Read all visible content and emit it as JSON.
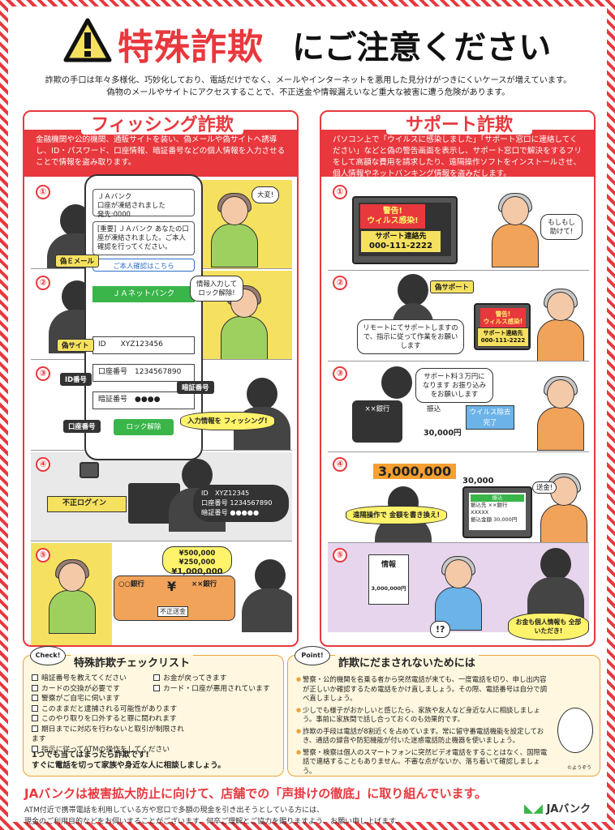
{
  "header": {
    "title_red": "特殊詐欺",
    "title_black": "にご注意ください",
    "intro1": "詐欺の手口は年々多様化、巧妙化しており、電話だけでなく、メールやインターネットを悪用した見分けがつきにくいケースが増えています。",
    "intro2": "偽物のメールやサイトにアクセスすることで、不正送金や情報漏えいなど重大な被害に遭う危険があります。"
  },
  "phishing": {
    "title": "フィッシング詐欺",
    "desc": "金融機関や公的機関、通販サイトを装い、偽メールや偽サイトへ誘導し、ID・パスワード、口座情報、暗証番号などの個人情報を入力させることで情報を盗み取ります。",
    "steps": [
      "①",
      "②",
      "③",
      "④",
      "⑤"
    ],
    "mail_sender": "ＪＡバンク",
    "mail_subject": "口座が凍結されました",
    "mail_from": "発先:0000",
    "mail_body": "[重要] ＪＡバンク あなたの口座が凍結されました。ご本人確認を行ってください。",
    "mail_link": "ご本人確認はこちら",
    "shout": "大変!",
    "fake_mail": "偽Ｅメール",
    "site_title": "ＪＡネットバンク",
    "id_label": "ID",
    "id_value": "XYZ123456",
    "acct_label": "口座番号",
    "acct_value": "1234567890",
    "pin_label": "暗証番号",
    "pin_value": "●●●●",
    "unlock_btn": "ロック解除",
    "fake_site": "偽サイト",
    "unlock_bubble": "情報入力して ロック解除!",
    "fish_id": "ID番号",
    "fish_pin": "暗証番号",
    "fish_acct": "口座番号",
    "phish_burst": "入力情報を フィッシング!",
    "illegal_login": "不正ログイン",
    "stolen_id_label": "ID",
    "stolen_id": "XYZ12345",
    "stolen_acct_label": "口座番号",
    "stolen_acct": "1234567890",
    "stolen_pin_label": "暗証番号",
    "stolen_pin": "●●●●●",
    "amount1": "¥500,000",
    "amount2": "¥250,000",
    "amount3": "¥1,000,000",
    "bank_a": "○○銀行",
    "bank_b": "××銀行",
    "transfer": "不正送金",
    "yen": "¥"
  },
  "support": {
    "title": "サポート詐欺",
    "desc": "パソコン上で「ウイルスに感染しました」「サポート窓口に連絡してください」などと偽の警告画面を表示し、サポート窓口で解決をするフリをして高額な費用を請求したり、遠隔操作ソフトをインストールさせ、個人情報やネットバンキング情報を盗みだします。",
    "warn1": "警告!",
    "warn2": "ウィルス感染!",
    "contact": "サポート連絡先",
    "phone": "000-111-2222",
    "help": "もしもし 助けて!",
    "fake_support": "偽サポート",
    "remote_bubble": "リモートにてサポートしますので、指示に従って作業をお願いします",
    "fee_bubble": "サポート料３万円になります お振り込みをお願いします",
    "bank_xx": "××銀行",
    "transfer": "振込",
    "fee": "30,000円",
    "removed": "ウイルス除去 完了",
    "big_amount": "3,000,000",
    "small_amount": "30,000",
    "sent": "送金!",
    "tamper": "遠隔操作で 金額を書き換え!",
    "transfer_screen": "振込",
    "transfer_dest": "振込先 ××銀行 XXXXX",
    "transfer_amt": "振込金額",
    "transfer_val": "30,000円",
    "info_label": "情報",
    "paper_amt": "3,000,000円",
    "shock": "!?",
    "stolen": "お金も個人情報も 全部いただき!"
  },
  "checklist": {
    "badge": "Check!",
    "title": "特殊詐欺チェックリスト",
    "left": [
      "暗証番号を教えてください",
      "カードの交換が必要です",
      "警察がご自宅に伺います",
      "このままだと逮捕される可能性があります",
      "このやり取りを口外すると罪に問われます",
      "期日までに対応を行わないと取引が制限されます",
      "指示に従ってATMの操作をしてください"
    ],
    "right": [
      "お金が戻ってきます",
      "カード・口座が悪用されています"
    ],
    "conclusion1": "1つでも当てはまったら詐欺です!",
    "conclusion2": "すぐに電話を切って家族や身近な人に相談しましょう。"
  },
  "points": {
    "badge": "Point!",
    "title": "詐欺にだまされないためには",
    "items": [
      "警察・公的機関を名乗る者から突然電話が来ても、一度電話を切り、申し出内容が正しいか確認するため電話をかけ直しましょう。その際、電話番号は自分で調べ直しましょう。",
      "少しでも様子がおかしいと感じたら、家族や友人など身近な人に相談しましょう。事前に家族間で話し合っておくのも効果的です。",
      "詐欺の手段は電話が8割近くを占めています。常に留守番電話機能を設定しておき、通話の録音や防犯機能が付いた迷惑電話防止機器を使いましょう。",
      "警察・検察は個人のスマートフォンに突然ビデオ電話をすることはなく、国際電話で連絡することもありません。不審な点がないか、落ち着いて確認しましょう。"
    ],
    "mascot": "©ようぞう"
  },
  "footer": {
    "headline": "JAバンクは被害拡大防止に向けて、店舗での「声掛けの徹底」に取り組んでいます。",
    "text1": "ATM付近で携帯電話を利用している方や窓口で多額の現金を引き出そうとしている方には、",
    "text2": "現金のご利用目的などをお伺いすることがございます。何卒ご理解とご協力を賜りますよう、お願い申し上げます。",
    "logo": "JAバンク"
  },
  "colors": {
    "red": "#e8383d",
    "green": "#39b54a",
    "yellow": "#f5e15f"
  }
}
